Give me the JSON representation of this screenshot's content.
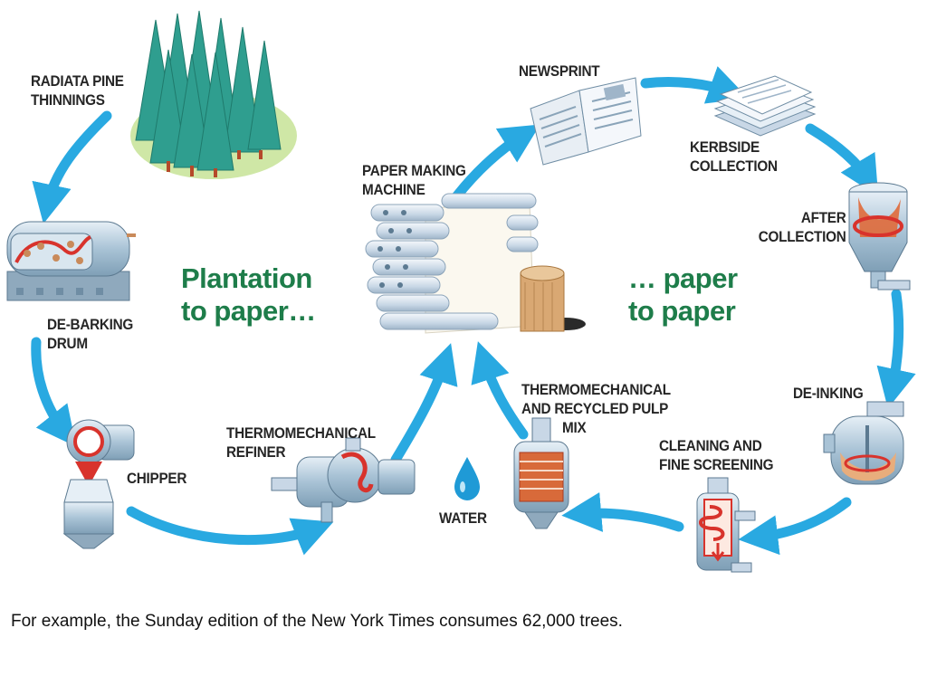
{
  "colors": {
    "arrow": "#29a9e1",
    "tree": "#2f9e8f",
    "machine": "#a9c3d6",
    "accent_red": "#d8332c",
    "title_green": "#1e7d4a",
    "ground": "#cfe7a6",
    "water": "#1f9ad6"
  },
  "labels": {
    "radiata": [
      "RADIATA PINE",
      "THINNINGS"
    ],
    "debarking": [
      "DE-BARKING",
      "DRUM"
    ],
    "chipper": [
      "CHIPPER"
    ],
    "refiner": [
      "THERMOMECHANICAL",
      "REFINER"
    ],
    "water": [
      "WATER"
    ],
    "paper_machine": [
      "PAPER MAKING",
      "MACHINE"
    ],
    "newsprint": [
      "NEWSPRINT"
    ],
    "kerbside": [
      "KERBSIDE",
      "COLLECTION"
    ],
    "after": [
      "AFTER",
      "COLLECTION"
    ],
    "deinking": [
      "DE-INKING"
    ],
    "cleaning": [
      "CLEANING AND",
      "FINE SCREENING"
    ],
    "pulp_mix": [
      "THERMOMECHANICAL",
      "AND RECYCLED PULP",
      "MIX"
    ]
  },
  "headlines": {
    "plantation": [
      "Plantation",
      "to paper…"
    ],
    "paper": [
      "… paper",
      "to paper"
    ]
  },
  "caption": "For example, the Sunday edition of the New York Times consumes 62,000 trees.",
  "icons": {
    "forest": "pine-forest-icon",
    "debarking": "debarking-drum-icon",
    "chipper": "chipper-icon",
    "refiner": "refiner-icon",
    "water": "water-drop-icon",
    "paper_machine": "paper-machine-icon",
    "newsprint": "newspaper-icon",
    "kerbside": "paper-stack-icon",
    "after": "pulper-icon",
    "deinking": "deinking-tank-icon",
    "cleaning": "cleaning-screen-icon",
    "pulp_mix": "pulp-mix-tank-icon"
  }
}
